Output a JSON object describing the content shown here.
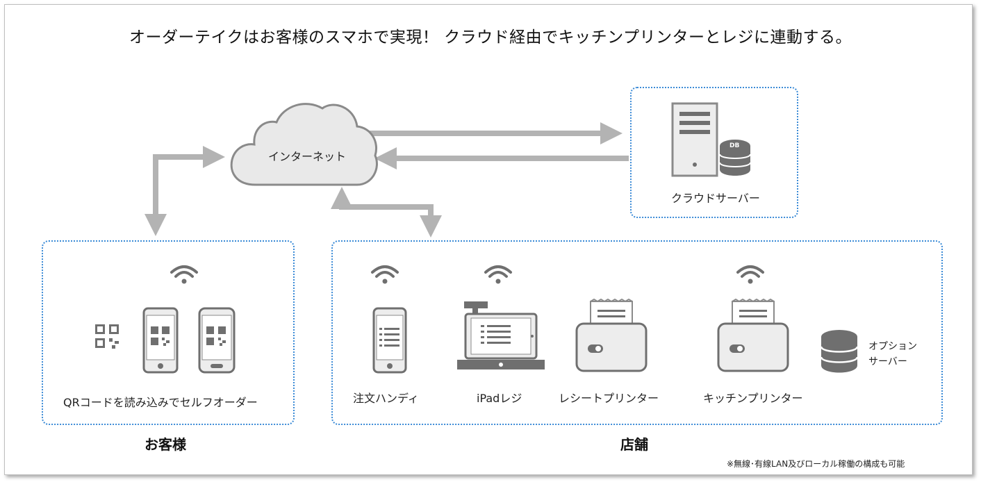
{
  "title": "オーダーテイクはお客様のスマホで実現！ クラウド経由でキッチンプリンターとレジに連動する。",
  "internet_label": "インターネット",
  "cloud_server_label": "クラウドサーバー",
  "db_badge": "DB",
  "customer": {
    "caption": "QRコードを読み込みでセルフオーダー",
    "group_label": "お客様"
  },
  "store": {
    "group_label": "店舗",
    "devices": [
      {
        "label": "注文ハンディ"
      },
      {
        "label": "iPadレジ"
      },
      {
        "label": "レシートプリンター"
      },
      {
        "label": "キッチンプリンター"
      }
    ],
    "option_server_line1": "オプション",
    "option_server_line2": "サーバー"
  },
  "footnote": "※無線･有線LAN及びローカル稼働の構成も可能",
  "colors": {
    "arrow": "#b3b3b3",
    "box_border": "#3a8ad6",
    "icon": "#8a8a8a",
    "icon_dark": "#6f6f6f"
  }
}
